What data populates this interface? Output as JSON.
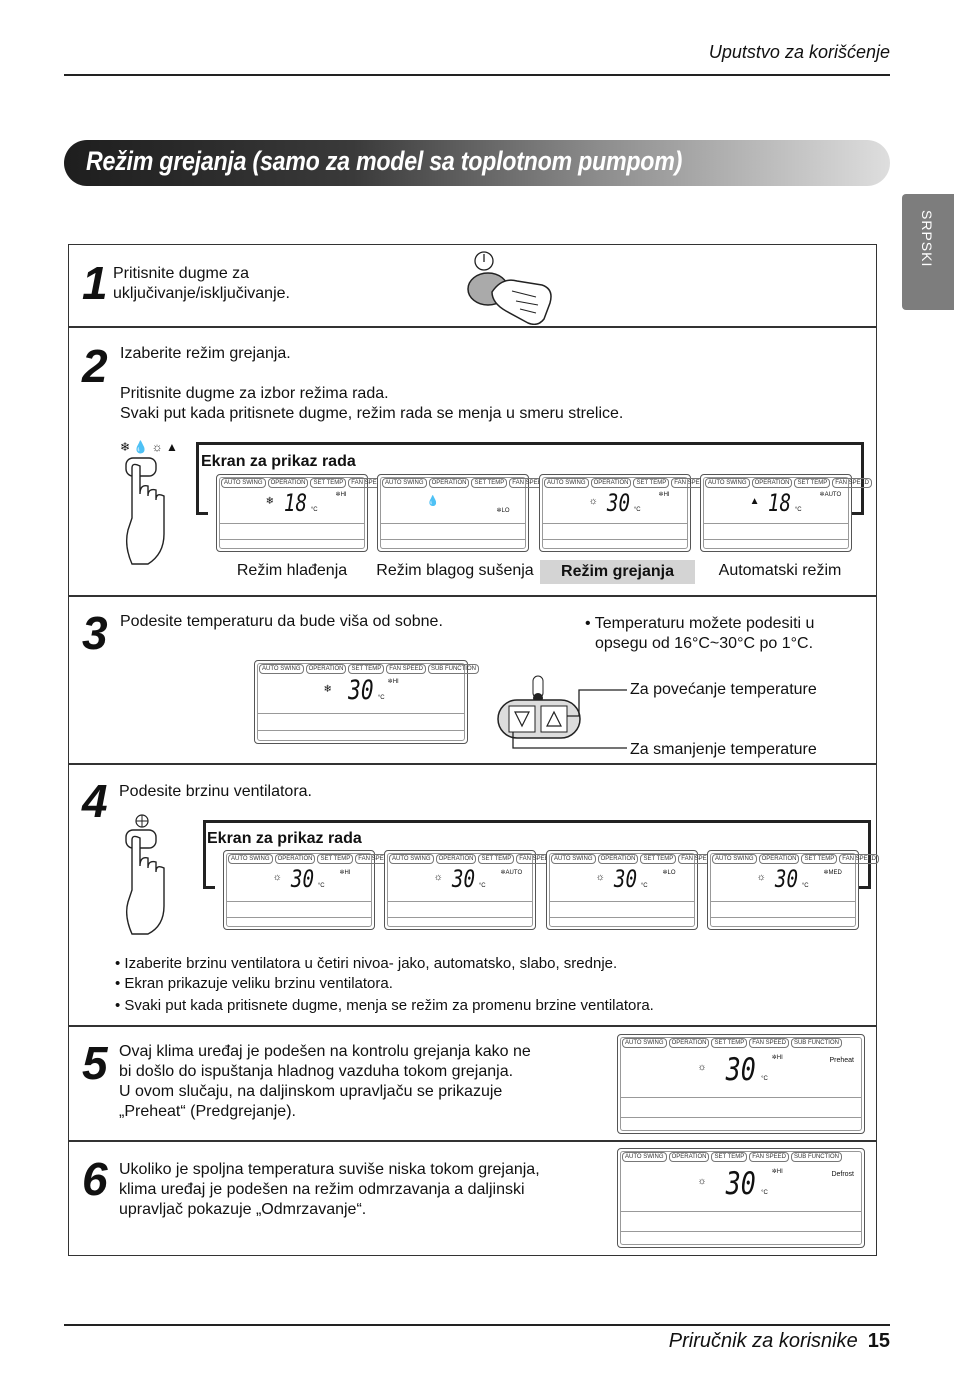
{
  "header": {
    "title": "Uputstvo za korišćenje"
  },
  "banner": {
    "title": "Režim grejanja (samo za model sa toplotnom pumpom)"
  },
  "side_tab": {
    "label": "SRPSKI"
  },
  "display_tabs": {
    "auto_swing": "AUTO SWING",
    "operation": "OPERATION",
    "set_temp": "SET TEMP",
    "fan_speed": "FAN SPEED",
    "sub_function": "SUB FUNCTION"
  },
  "icons": {
    "power": "power-icon",
    "hand": "hand-press-icon",
    "mode_symbols": "❄ 💧 ☼ ▲",
    "fan": "fan-icon",
    "thermometer": "thermometer-icon"
  },
  "step1": {
    "number": "1",
    "text_line1": "Pritisnite dugme za",
    "text_line2": "uključivanje/isključivanje."
  },
  "step2": {
    "number": "2",
    "line1": "Izaberite režim grejanja.",
    "line2": "Pritisnite dugme za izbor režima rada.",
    "line3": "Svaki put kada pritisnete dugme, režim rada se menja u smeru strelice.",
    "display_label": "Ekran za prikaz rada",
    "displays": [
      {
        "temp": "18",
        "unit": "°C",
        "fan": "HI"
      },
      {
        "temp": "",
        "unit": "",
        "fan": "LO"
      },
      {
        "temp": "30",
        "unit": "°C",
        "fan": "HI"
      },
      {
        "temp": "18",
        "unit": "°C",
        "fan": "AUTO"
      }
    ],
    "captions": [
      "Režim hlađenja",
      "Režim blagog sušenja",
      "Režim grejanja",
      "Automatski režim"
    ]
  },
  "step3": {
    "number": "3",
    "text": "Podesite temperaturu da bude viša od sobne.",
    "note_line1": "• Temperaturu možete podesiti u",
    "note_line2": "opsegu od 16°C~30°C po 1°C.",
    "display": {
      "temp": "30",
      "unit": "°C",
      "fan": "HI"
    },
    "increase_label": "Za povećanje temperature",
    "decrease_label": "Za smanjenje temperature"
  },
  "step4": {
    "number": "4",
    "text": "Podesite brzinu ventilatora.",
    "display_label": "Ekran za prikaz rada",
    "displays": [
      {
        "temp": "30",
        "unit": "°C",
        "fan": "HI"
      },
      {
        "temp": "30",
        "unit": "°C",
        "fan": "AUTO"
      },
      {
        "temp": "30",
        "unit": "°C",
        "fan": "LO"
      },
      {
        "temp": "30",
        "unit": "°C",
        "fan": "MED"
      }
    ],
    "bullets": [
      "• Izaberite brzinu ventilatora u četiri nivoa- jako, automatsko, slabo, srednje.",
      "• Ekran prikazuje veliku brzinu ventilatora.",
      "• Svaki put kada pritisnete dugme, menja se režim za promenu brzine ventilatora."
    ]
  },
  "step5": {
    "number": "5",
    "line1": "Ovaj klima uređaj je podešen na kontrolu grejanja kako ne",
    "line2": "bi došlo do ispuštanja hladnog vazduha tokom grejanja.",
    "line3": "U ovom slučaju, na daljinskom upravljaču se prikazuje",
    "line4": "„Preheat“ (Predgrejanje).",
    "display": {
      "temp": "30",
      "unit": "°C",
      "fan": "HI",
      "extra": "Preheat"
    }
  },
  "step6": {
    "number": "6",
    "line1": "Ukoliko je spoljna temperatura suviše niska tokom grejanja,",
    "line2": "klima uređaj je podešen na režim odmrzavanja a daljinski",
    "line3": "upravljač pokazuje „Odmrzavanje“.",
    "display": {
      "temp": "30",
      "unit": "°C",
      "fan": "HI",
      "extra": "Defrost"
    }
  },
  "footer": {
    "text": "Priručnik za korisnike",
    "page": "15"
  }
}
